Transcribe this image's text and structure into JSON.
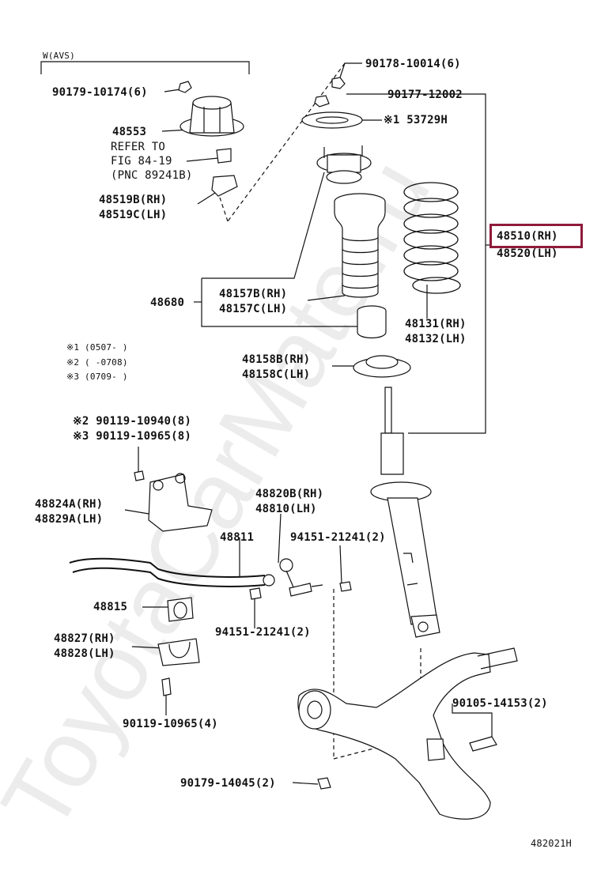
{
  "group_label": "W(AVS)",
  "notes": {
    "n1": "※1 (0507-     )",
    "n2": "※2 (     -0708)",
    "n3": "※3 (0709-     )"
  },
  "parts": {
    "p90178": "90178-10014(6)",
    "p90177": "90177-12002",
    "p53729": "※1 53729H",
    "p90179_10174": "90179-10174(6)",
    "p48553": "48553",
    "refer1": "REFER TO",
    "refer2": "FIG 84-19",
    "refer3": "(PNC 89241B)",
    "p48519b": "48519B(RH)",
    "p48519c": "48519C(LH)",
    "p48510": "48510(RH)",
    "p48520": "48520(LH)",
    "p48157b": "48157B(RH)",
    "p48157c": "48157C(LH)",
    "p48680": "48680",
    "p48131": "48131(RH)",
    "p48132": "48132(LH)",
    "p48158b": "48158B(RH)",
    "p48158c": "48158C(LH)",
    "p90119_10940": "※2 90119-10940(8)",
    "p90119_10965a": "※3 90119-10965(8)",
    "p48824a": "48824A(RH)",
    "p48829a": "48829A(LH)",
    "p48820b": "48820B(RH)",
    "p48810": "48810(LH)",
    "p48811": "48811",
    "p94151a": "94151-21241(2)",
    "p94151b": "94151-21241(2)",
    "p48815": "48815",
    "p48827": "48827(RH)",
    "p48828": "48828(LH)",
    "p90119_10965b": "90119-10965(4)",
    "p90105": "90105-14153(2)",
    "p90179_14045": "90179-14045(2)"
  },
  "figure_id": "482021H",
  "watermark": "ToyotaCarMate.ru",
  "colors": {
    "highlight": "#8e1a3a",
    "line": "#111111",
    "watermark": "#e9e9e9"
  }
}
